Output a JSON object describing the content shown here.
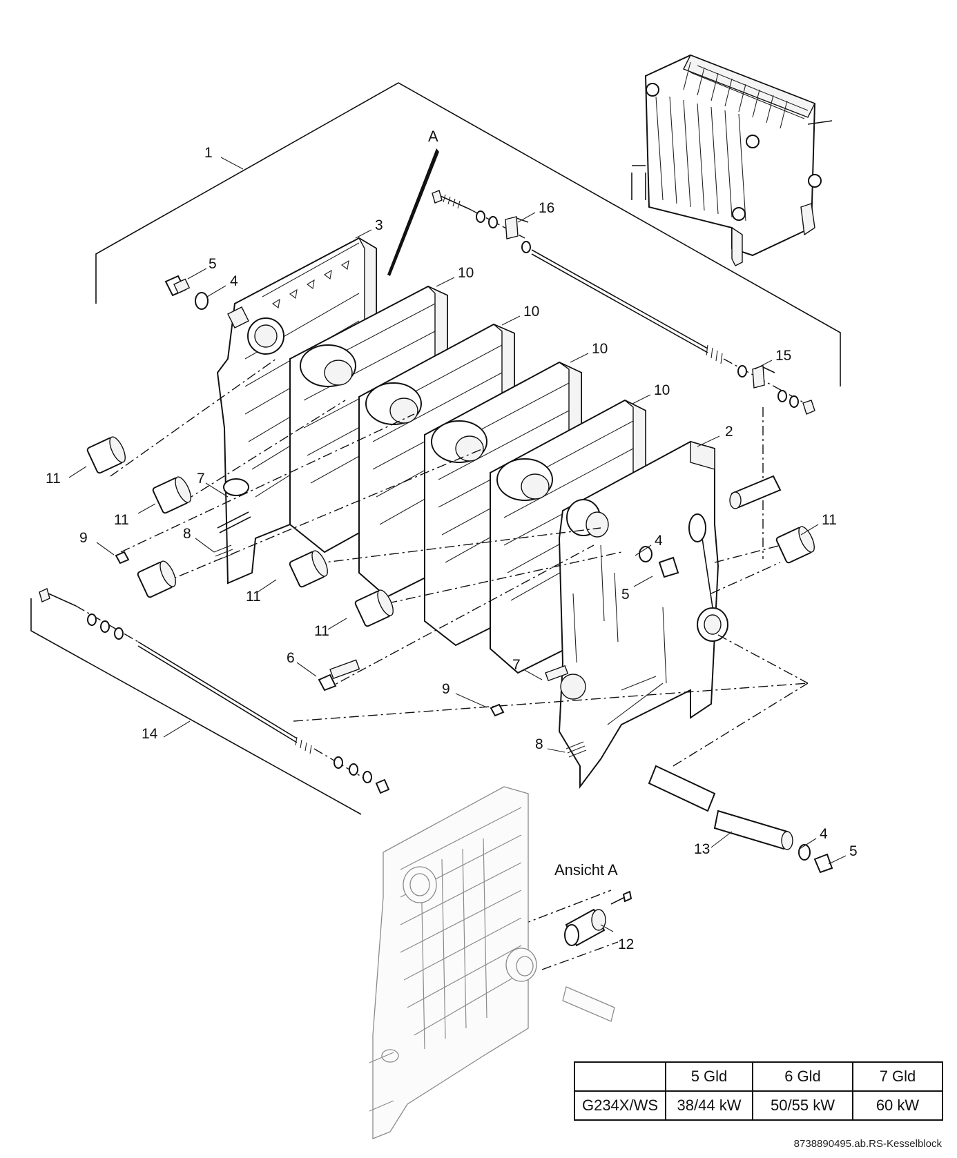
{
  "diagram": {
    "view_letter": "A",
    "view_label": "Ansicht A",
    "callouts": [
      {
        "id": "c1",
        "text": "1"
      },
      {
        "id": "c2",
        "text": "2"
      },
      {
        "id": "c3",
        "text": "3"
      },
      {
        "id": "c4a",
        "text": "4"
      },
      {
        "id": "c4b",
        "text": "4"
      },
      {
        "id": "c4c",
        "text": "4"
      },
      {
        "id": "c5a",
        "text": "5"
      },
      {
        "id": "c5b",
        "text": "5"
      },
      {
        "id": "c5c",
        "text": "5"
      },
      {
        "id": "c6",
        "text": "6"
      },
      {
        "id": "c7a",
        "text": "7"
      },
      {
        "id": "c7b",
        "text": "7"
      },
      {
        "id": "c8a",
        "text": "8"
      },
      {
        "id": "c8b",
        "text": "8"
      },
      {
        "id": "c9a",
        "text": "9"
      },
      {
        "id": "c9b",
        "text": "9"
      },
      {
        "id": "c10a",
        "text": "10"
      },
      {
        "id": "c10b",
        "text": "10"
      },
      {
        "id": "c10c",
        "text": "10"
      },
      {
        "id": "c10d",
        "text": "10"
      },
      {
        "id": "c11a",
        "text": "11"
      },
      {
        "id": "c11b",
        "text": "11"
      },
      {
        "id": "c11c",
        "text": "11"
      },
      {
        "id": "c11d",
        "text": "11"
      },
      {
        "id": "c11e",
        "text": "11"
      },
      {
        "id": "c12",
        "text": "12"
      },
      {
        "id": "c13",
        "text": "13"
      },
      {
        "id": "c14",
        "text": "14"
      },
      {
        "id": "c15",
        "text": "15"
      },
      {
        "id": "c16",
        "text": "16"
      }
    ]
  },
  "table": {
    "header": [
      "",
      "5 Gld",
      "6 Gld",
      "7 Gld"
    ],
    "row": [
      "G234X/WS",
      "38/44 kW",
      "50/55 kW",
      "60 kW"
    ]
  },
  "footer": "8738890495.ab.RS-Kesselblock"
}
